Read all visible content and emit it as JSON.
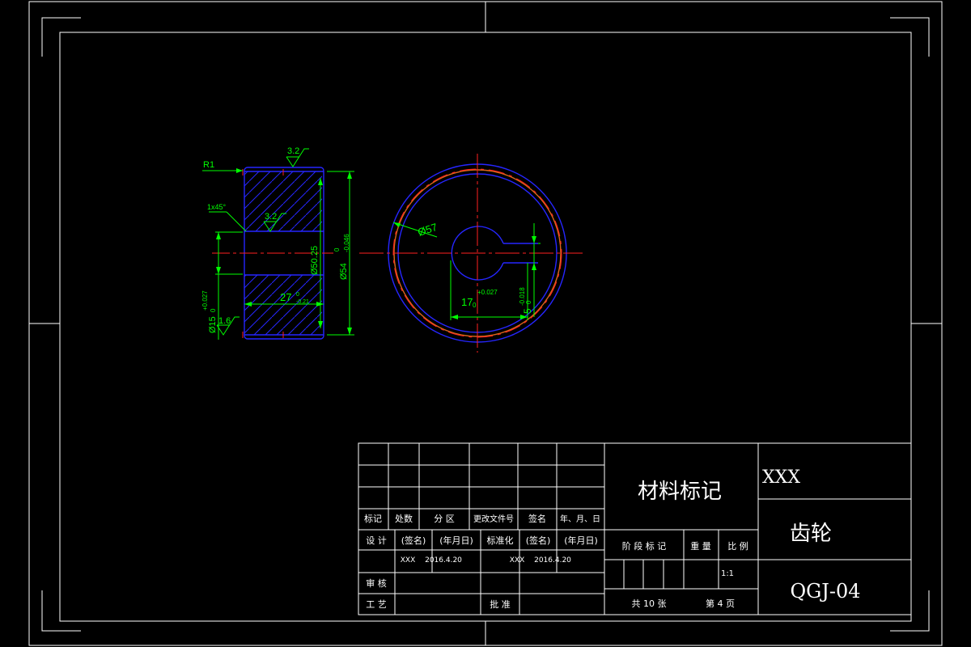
{
  "drawing": {
    "roughness_side": "3.2",
    "roughness_bore": "3.2",
    "roughness_left": "1.6",
    "radius": "R1",
    "chamfer": "1x45°",
    "dia_bore": "Ø15",
    "dia_bore_tol_up": "+0.027",
    "dia_bore_tol_low": "0",
    "dia_root": "Ø50.25",
    "dia_outer": "Ø54",
    "dia_outer_tol_up": "0",
    "dia_outer_tol_low": "-0.046",
    "width": "27",
    "width_tol_up": "0",
    "width_tol_low": "-0.21",
    "dia_pitch": "Ø57",
    "key_depth": "17",
    "key_depth_tol_up": "+0.027",
    "key_depth_tol_low": "0",
    "key_width": "5",
    "key_width_tol_up": "-0.018",
    "key_width_tol_low": "0"
  },
  "title_block": {
    "header": [
      "标记",
      "处数",
      "分 区",
      "更改文件号",
      "签名",
      "年、月、日"
    ],
    "design_label": "设 计",
    "sign_placeholder": "(签名)",
    "date_placeholder": "(年月日)",
    "standard_label": "标准化",
    "sign_placeholder2": "(签名)",
    "date_placeholder2": "(年月日)",
    "designer": "XXX",
    "design_date": "2016.4.20",
    "standardizer": "XXX",
    "standard_date": "2016.4.20",
    "review_label": "审 核",
    "process_label": "工 艺",
    "approve_label": "批 准",
    "material": "材料标记",
    "stage_label": "阶 段 标 记",
    "weight_label": "重 量",
    "scale_label": "比 例",
    "scale": "1:1",
    "sheets_total": "共 10 张",
    "sheet_no": "第 4 页",
    "company": "XXX",
    "part_name": "齿轮",
    "drawing_no": "QGJ-04"
  }
}
